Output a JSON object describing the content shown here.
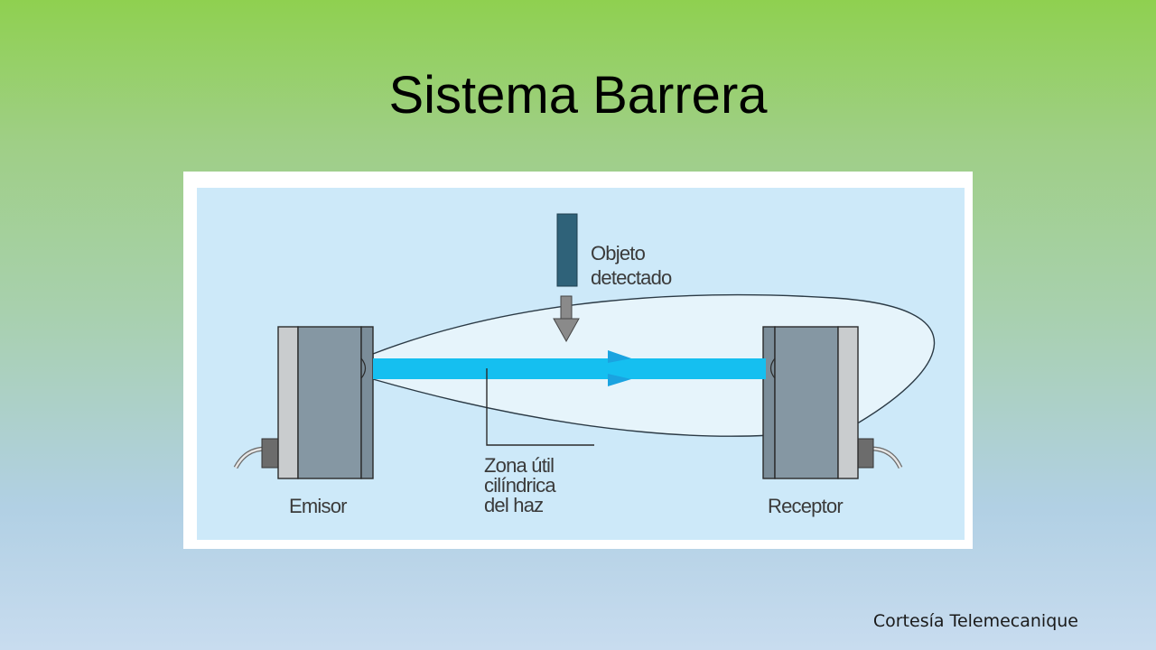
{
  "slide": {
    "title": "Sistema Barrera",
    "credit": "Cortesía Telemecanique"
  },
  "diagram": {
    "object_label": [
      "Objeto",
      "detectado"
    ],
    "zone_label": [
      "Zona útil",
      "cilíndrica",
      "del haz"
    ],
    "emitter_label": "Emisor",
    "receiver_label": "Receptor",
    "colors": {
      "panel": "#cde9f9",
      "beam": "#15bff0",
      "lobe": "#e6f4fb",
      "sensor_body": "#8597a3",
      "sensor_plate": "#c9ccce",
      "object": "#2f6279",
      "arrow": "#7d7d7d"
    }
  }
}
